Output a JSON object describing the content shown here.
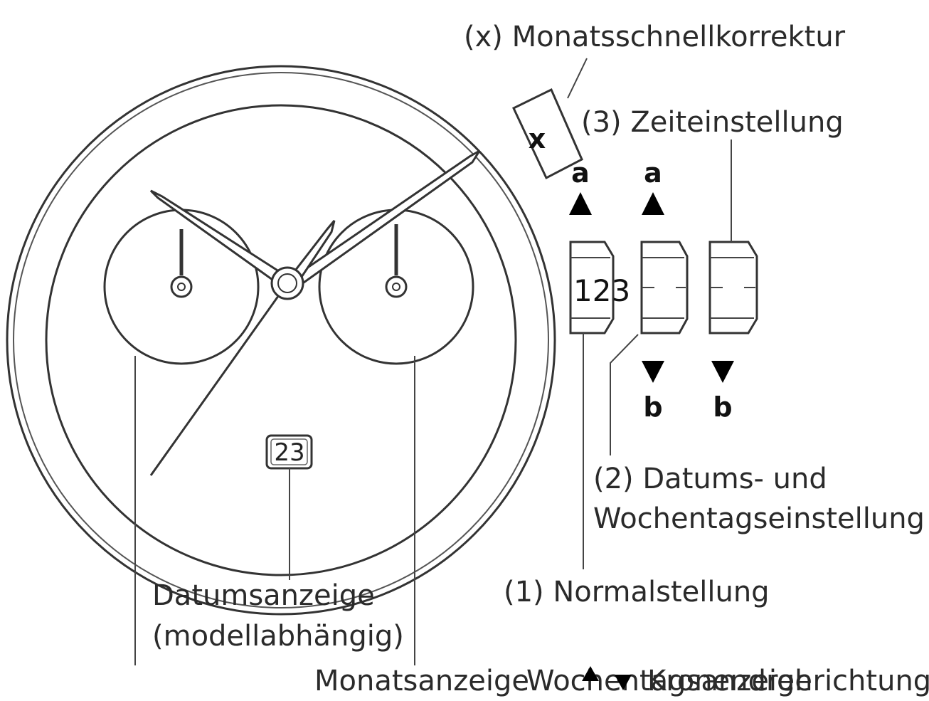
{
  "labels": {
    "month_quick_correction": "(x) Monatsschnellkorrektur",
    "time_setting": "(3) Zeiteinstellung",
    "date_weekday_setting_line1": "(2) Datums- und",
    "date_weekday_setting_line2": "Wochentagseinstellung",
    "normal_position": "(1) Normalstellung",
    "date_display_line1": "Datumsanzeige",
    "date_display_line2": "(modellabhängig)",
    "month_display": "Monatsanzeige",
    "weekday_display": "Wochentagsanzeige",
    "crown_direction": "Kronendrehrichtung"
  },
  "markers": {
    "x": "x",
    "a1": "a",
    "a2": "a",
    "b1": "b",
    "b2": "b",
    "crown_positions": "123"
  },
  "date_window": "23",
  "colors": {
    "line": "#333333",
    "text": "#2a2a2a",
    "fill": "#ffffff",
    "arrow": "#000000"
  },
  "icons": {
    "up": "triangle-up-icon",
    "down": "triangle-down-icon"
  }
}
